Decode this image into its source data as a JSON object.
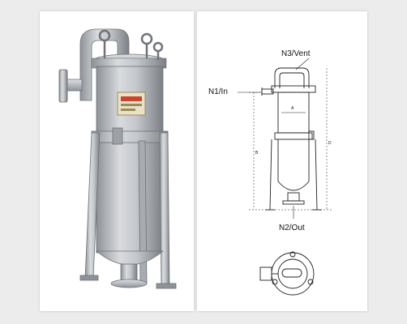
{
  "photo": {
    "subject": "bag-filter-housing-photo"
  },
  "drawing": {
    "labels": {
      "vent": "N3/Vent",
      "inlet": "N1/In",
      "outlet": "N2/Out"
    },
    "dims": {
      "a": "A",
      "b": "B",
      "d": "D"
    }
  },
  "colors": {
    "steel": "#b9bcc0",
    "line": "#222222",
    "panel_bg": "#ffffff",
    "page_bg": "#ececec"
  }
}
